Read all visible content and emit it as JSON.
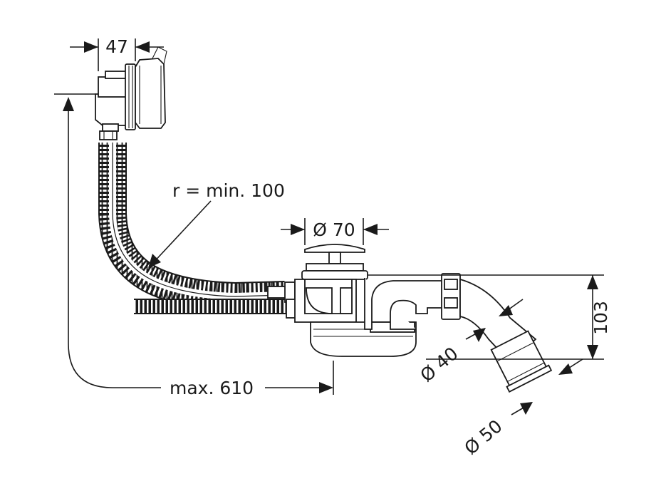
{
  "dimensions": {
    "overflow_width": "47",
    "bend_radius": "r = min. 100",
    "waste_diameter": "Ø 70",
    "height": "103",
    "outlet_inner": "Ø 40",
    "outlet_outer": "Ø 50",
    "max_length": "max. 610"
  },
  "colors": {
    "line": "#1a1a1a",
    "background": "#ffffff"
  }
}
